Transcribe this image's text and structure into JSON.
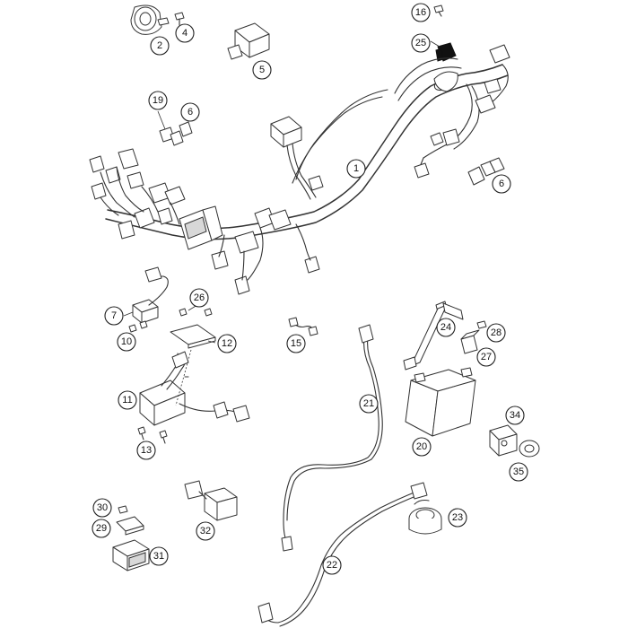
{
  "diagram": {
    "callouts": [
      {
        "id": "1",
        "label": "1"
      },
      {
        "id": "2",
        "label": "2"
      },
      {
        "id": "4",
        "label": "4"
      },
      {
        "id": "5",
        "label": "5"
      },
      {
        "id": "6a",
        "label": "6"
      },
      {
        "id": "6b",
        "label": "6"
      },
      {
        "id": "7",
        "label": "7"
      },
      {
        "id": "10",
        "label": "10"
      },
      {
        "id": "11",
        "label": "11"
      },
      {
        "id": "12",
        "label": "12"
      },
      {
        "id": "13",
        "label": "13"
      },
      {
        "id": "15",
        "label": "15"
      },
      {
        "id": "16",
        "label": "16"
      },
      {
        "id": "19",
        "label": "19"
      },
      {
        "id": "20",
        "label": "20"
      },
      {
        "id": "21",
        "label": "21"
      },
      {
        "id": "22",
        "label": "22"
      },
      {
        "id": "23",
        "label": "23"
      },
      {
        "id": "24",
        "label": "24"
      },
      {
        "id": "25",
        "label": "25"
      },
      {
        "id": "26",
        "label": "26"
      },
      {
        "id": "27",
        "label": "27"
      },
      {
        "id": "28",
        "label": "28"
      },
      {
        "id": "29",
        "label": "29"
      },
      {
        "id": "30",
        "label": "30"
      },
      {
        "id": "31",
        "label": "31"
      },
      {
        "id": "32",
        "label": "32"
      },
      {
        "id": "34",
        "label": "34"
      },
      {
        "id": "35",
        "label": "35"
      }
    ]
  }
}
